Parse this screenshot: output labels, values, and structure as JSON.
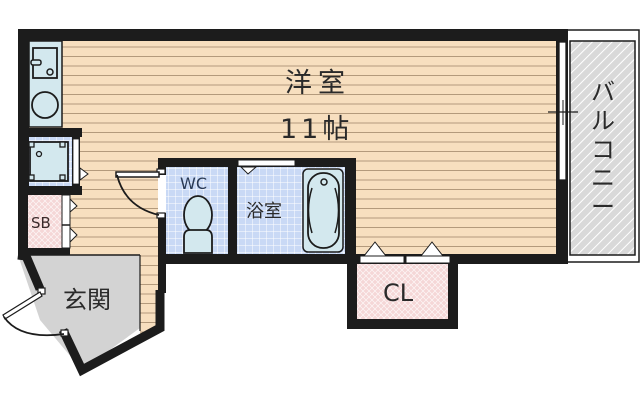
{
  "floor_plan": {
    "rooms": {
      "main_room": {
        "label": "洋室",
        "size": "11帖"
      },
      "balcony": {
        "label": "バルコニー"
      },
      "wc": {
        "label": "WC"
      },
      "bathroom": {
        "label": "浴室"
      },
      "shoe_box": {
        "label": "SB"
      },
      "entrance": {
        "label": "玄関"
      },
      "closet": {
        "label": "CL"
      }
    },
    "colors": {
      "wall": "#1c1c1c",
      "flooring": "#f7dfbf",
      "flooring_lines": "#b39a7c",
      "wet_area_tile": "#c9d9f5",
      "fixture": "#d3e8ee",
      "storage_pink": "#f5d7d7",
      "entrance_gray": "#d3d3d3",
      "balcony_gray": "#d9d9d9"
    }
  }
}
